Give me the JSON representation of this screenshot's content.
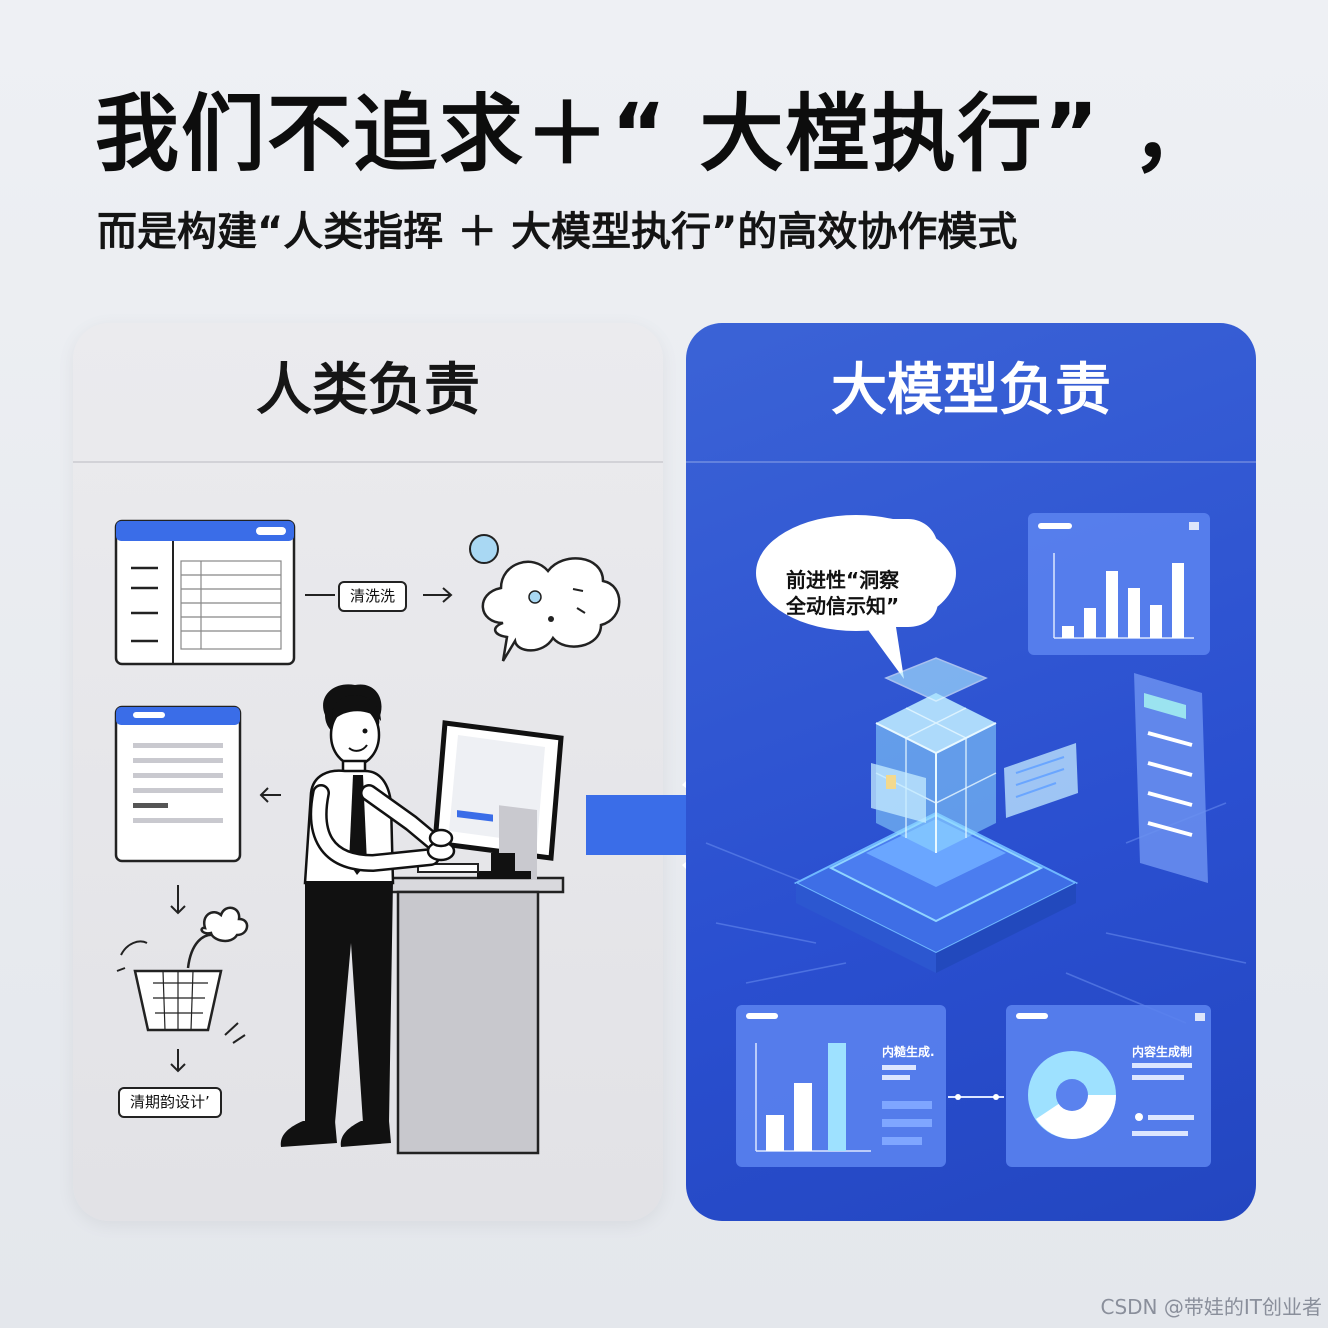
{
  "header": {
    "headline": "我们不追求＋“ 大樘执行”  ，",
    "subline": "而是构建“人类指挥 ＋ 大模型执行”的高效协作模式"
  },
  "left_panel": {
    "title": "人类负责",
    "clean_tag": "清洗洗",
    "design_tag": "清期韵设计’"
  },
  "right_panel": {
    "title": "大模型负责",
    "bubble_line1": "前进性“洞察",
    "bubble_line2": "全动信示知”",
    "card_bar_title": "内糙生成.",
    "card_pie_title": "内容生成制"
  },
  "watermark": "CSDN @带娃的IT创业者",
  "colors": {
    "left_bg": "#e6e6ea",
    "right_bg": "#2f56d4",
    "accent_blue": "#3a6de8",
    "ink": "#111111"
  }
}
